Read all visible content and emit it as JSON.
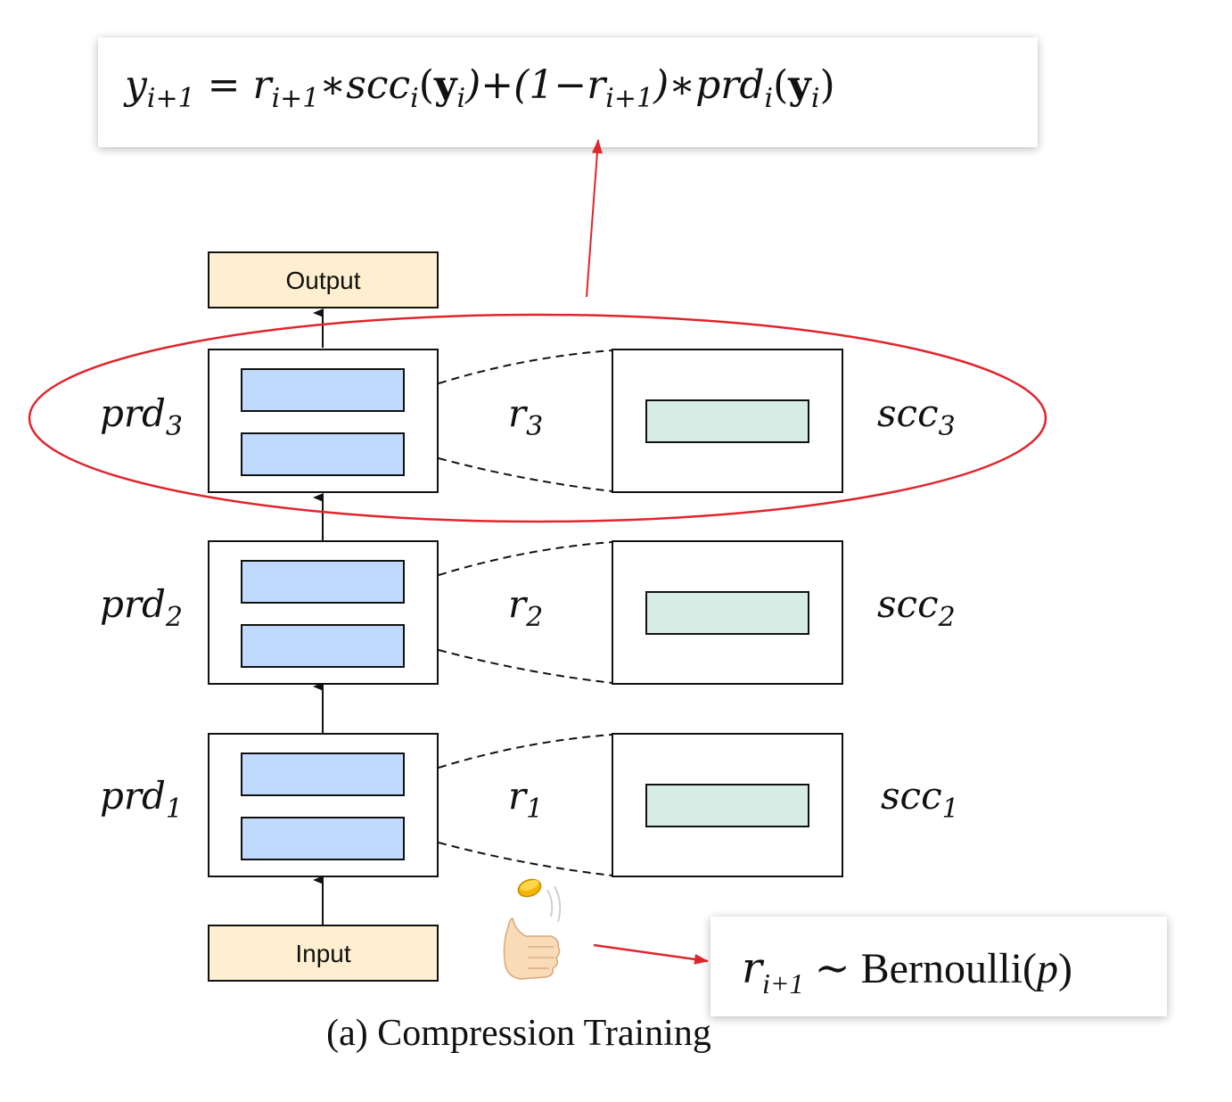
{
  "formula_top": {
    "parts": [
      "y",
      "i+1",
      " = r",
      "i+1",
      "∗scc",
      "i",
      "(",
      "y",
      "i",
      ")+(1−r",
      "i+1",
      ")∗prd",
      "i",
      "(",
      "y",
      "i",
      ")"
    ]
  },
  "formula_bottom": {
    "r": "r",
    "sub": "i+1",
    "rest": " ∼ Bernoulli(",
    "p": "p",
    "close": ")"
  },
  "output_label": "Output",
  "input_label": "Input",
  "caption": "(a)  Compression Training",
  "rows": [
    {
      "prd": "prd",
      "prd_sub": "3",
      "r": "r",
      "r_sub": "3",
      "scc": "scc",
      "scc_sub": "3"
    },
    {
      "prd": "prd",
      "prd_sub": "2",
      "r": "r",
      "r_sub": "2",
      "scc": "scc",
      "scc_sub": "2"
    },
    {
      "prd": "prd",
      "prd_sub": "1",
      "r": "r",
      "r_sub": "1",
      "scc": "scc",
      "scc_sub": "1"
    }
  ],
  "colors": {
    "io_fill": "#fdefcf",
    "prd_inner_fill": "#c0dafd",
    "scc_inner_fill": "#d6ede6",
    "highlight": "#e0252c",
    "arrow_red": "#e0252c"
  },
  "icons": [
    "coin-flip-hand-icon"
  ]
}
